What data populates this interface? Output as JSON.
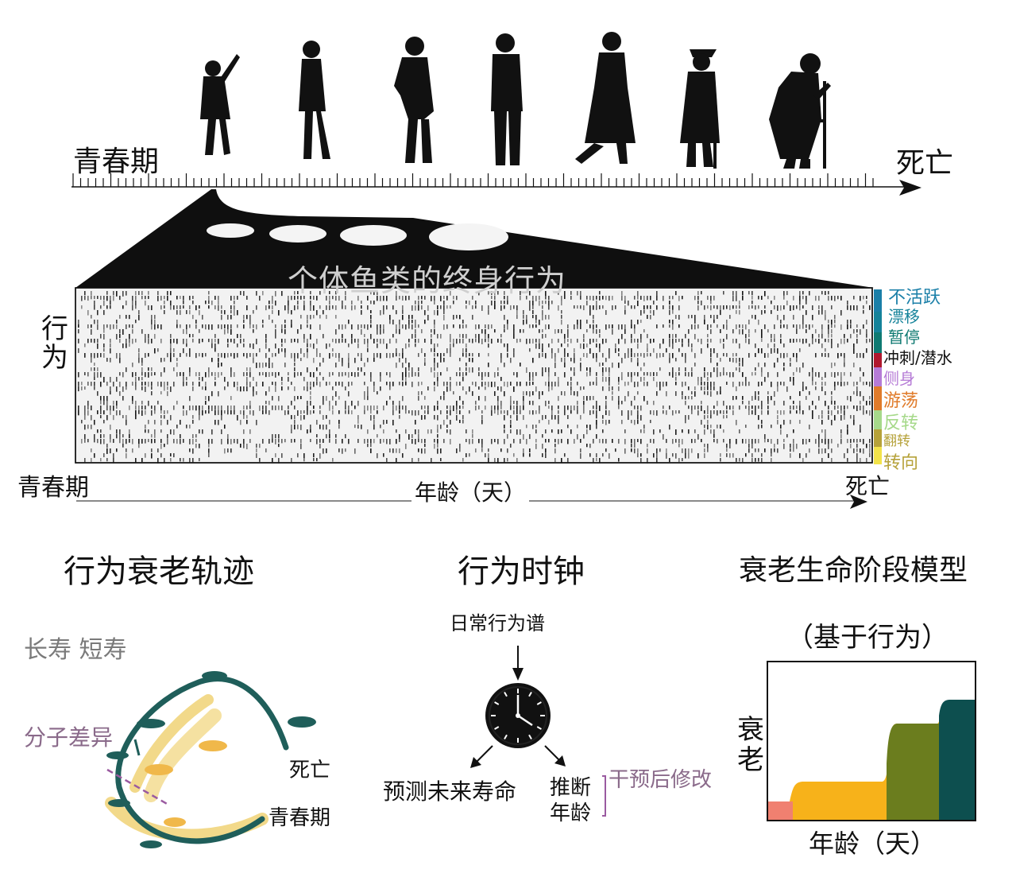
{
  "top": {
    "start_label": "青春期",
    "end_label": "死亡",
    "overlay_title": "个体鱼类的终身行为",
    "y_label_1": "行",
    "y_label_2": "为",
    "bottom_start": "青春期",
    "bottom_end": "死亡",
    "x_axis_label": "年龄（天）"
  },
  "behavior_legend": [
    {
      "label": "不活跃",
      "color": "#1a7fa8"
    },
    {
      "label": "漂移",
      "color": "#15839a"
    },
    {
      "label": "暂停",
      "color": "#0f7a72"
    },
    {
      "label": "冲刺/潜水",
      "color": "#b0182e"
    },
    {
      "label": "侧身",
      "color": "#b57bd6"
    },
    {
      "label": "游荡",
      "color": "#e07b2a"
    },
    {
      "label": "反转",
      "color": "#a6d98a"
    },
    {
      "label": "翻转",
      "color": "#b6a23a"
    },
    {
      "label": "转向",
      "color": "#f2e34a"
    }
  ],
  "panels": {
    "trajectory": {
      "title": "行为衰老轨迹",
      "legend_text": "长寿 短寿",
      "molecular_label": "分子差异",
      "death_label": "死亡",
      "puberty_label": "青春期"
    },
    "clock": {
      "title": "行为时钟",
      "input_label": "日常行为谱",
      "predict_label": "预测未来寿命",
      "infer_line1": "推断",
      "infer_line2": "年龄",
      "intervention_label": "干预后修改"
    },
    "stage_model": {
      "title": "衰老生命阶段模型",
      "subtitle": "（基于行为）",
      "y_label_1": "衰",
      "y_label_2": "老",
      "x_label": "年龄（天）"
    }
  },
  "colors": {
    "teal_dark": "#1f5e5a",
    "trail_yellow": "#f2d98a",
    "fish_orange": "#f0b84a",
    "purple_text": "#8a6a8a",
    "gray_text": "#7a7a7a",
    "stage_red": "#f08070",
    "stage_orange": "#f7b21a",
    "stage_olive": "#6b7d1e",
    "stage_teal": "#0d4f4f"
  }
}
